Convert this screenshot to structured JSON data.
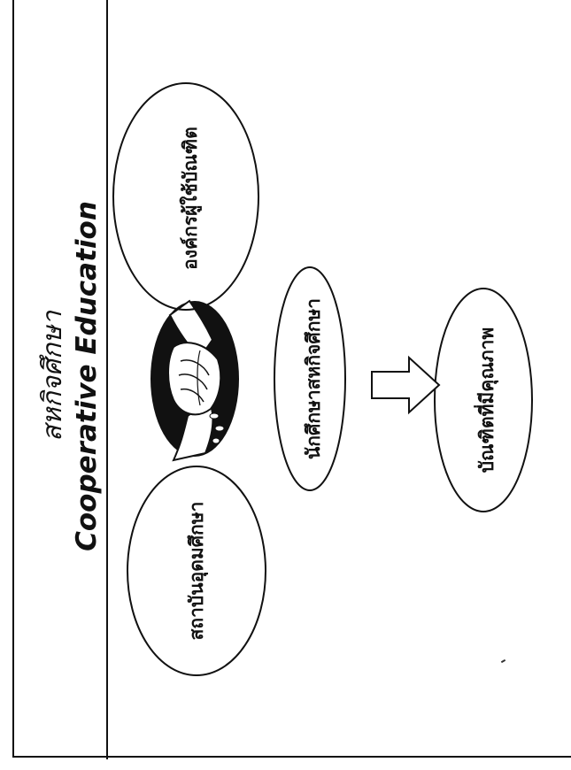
{
  "title": {
    "thai": "สหกิจศึกษา",
    "english": "Cooperative Education"
  },
  "nodes": {
    "institution": "สถาบันอุดมศึกษา",
    "organization": "องค์กรผู้ใช้บัณฑิต",
    "student": "นักศึกษาสหกิจศึกษา",
    "graduate": "บัณฑิตที่มีคุณภาพ"
  },
  "icons": {
    "center": "handshake-icon",
    "flow": "arrow-right-icon"
  },
  "colors": {
    "ink": "#111111",
    "background": "#ffffff"
  }
}
